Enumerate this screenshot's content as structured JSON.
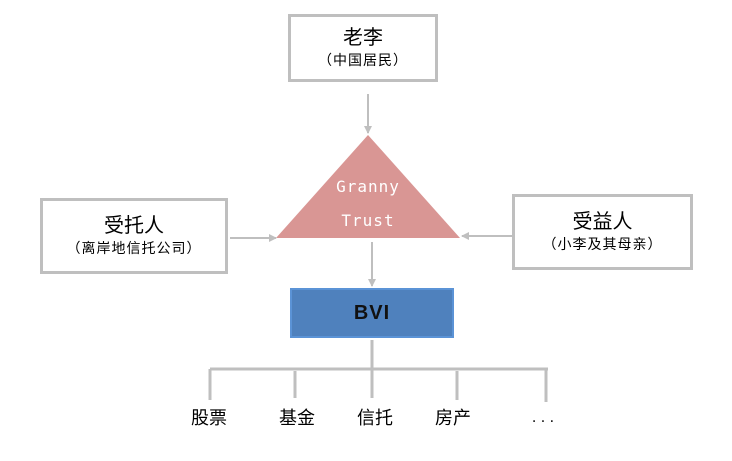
{
  "settlor": {
    "title": "老李",
    "subtitle": "（中国居民）"
  },
  "trustee": {
    "title": "受托人",
    "subtitle": "（离岸地信托公司）"
  },
  "beneficiary": {
    "title": "受益人",
    "subtitle": "（小李及其母亲）"
  },
  "trust": {
    "line1": "Granny",
    "line2": "Trust",
    "color": "#d99694"
  },
  "company": {
    "label": "BVI",
    "color": "#4f81bd"
  },
  "assets": [
    {
      "label": "股票"
    },
    {
      "label": "基金"
    },
    {
      "label": "信托"
    },
    {
      "label": "房产"
    },
    {
      "label": ". . ."
    }
  ],
  "colors": {
    "connector": "#bfbfbf"
  }
}
